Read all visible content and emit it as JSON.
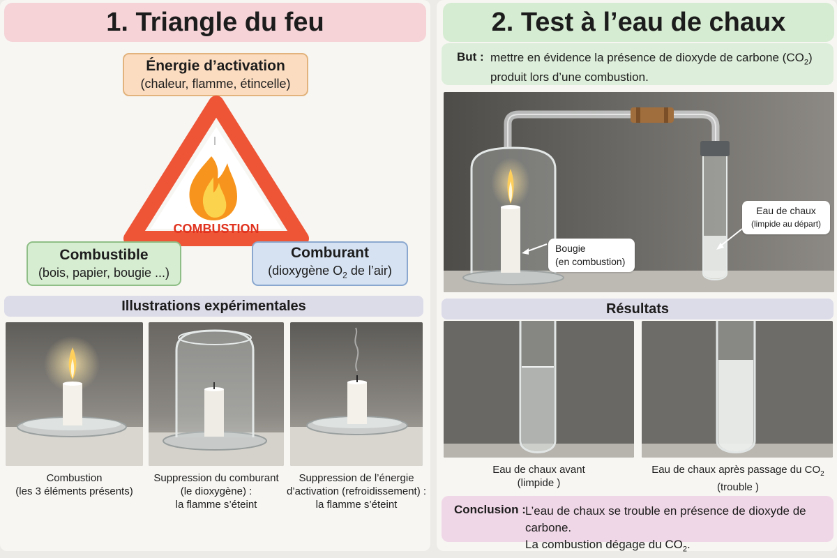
{
  "left": {
    "title": "1. Triangle du feu",
    "energie": {
      "title": "Énergie d’activation",
      "subtitle": "(chaleur, flamme, étincelle)"
    },
    "combustible": {
      "title": "Combustible",
      "subtitle": "(bois, papier, bougie ...)"
    },
    "comburant": {
      "title": "Comburant",
      "subtitle_pre": "(dioxygène O",
      "subtitle_sub": "2",
      "subtitle_post": " de l’air)"
    },
    "center_label": "COMBUSTION",
    "illustrations_title": "Illustrations expérimentales",
    "captions": [
      {
        "line1": "Combustion",
        "line2": "(les 3 éléments présents)",
        "line3": ""
      },
      {
        "line1": "Suppression du comburant",
        "line2": "(le dioxygène) :",
        "line3": "la flamme s’éteint"
      },
      {
        "line1": "Suppression de l’énergie",
        "line2": "d’activation (refroidissement) :",
        "line3": "la flamme s’éteint"
      }
    ]
  },
  "right": {
    "title": "2. Test à l’eau de chaux",
    "but_label": "But :",
    "but_line1_pre": "mettre en évidence la présence de dioxyde de carbone (CO",
    "but_line1_sub": "2",
    "but_line1_post": ")",
    "but_line2": "produit lors d’une combustion.",
    "callout_limewater_1": "Eau de chaux",
    "callout_limewater_2": "(limpide au départ)",
    "callout_bougie_1": "Bougie",
    "callout_bougie_2": "(en combustion)",
    "results_title": "Résultats",
    "result_before_1": "Eau de chaux avant",
    "result_before_2": "(limpide )",
    "result_after_1_pre": "Eau de chaux après passage du CO",
    "result_after_1_sub": "2",
    "result_after_2": "(trouble )",
    "conclusion_label": "Conclusion :",
    "conclusion_line1": "L’eau de chaux se trouble en présence de dioxyde de carbone.",
    "conclusion_line2_pre": "La combustion dégage du CO",
    "conclusion_line2_sub": "2",
    "conclusion_line2_post": "."
  },
  "colors": {
    "triangle": "#ee5537",
    "combustion_text": "#e0321e",
    "flame": "#f7941d"
  }
}
